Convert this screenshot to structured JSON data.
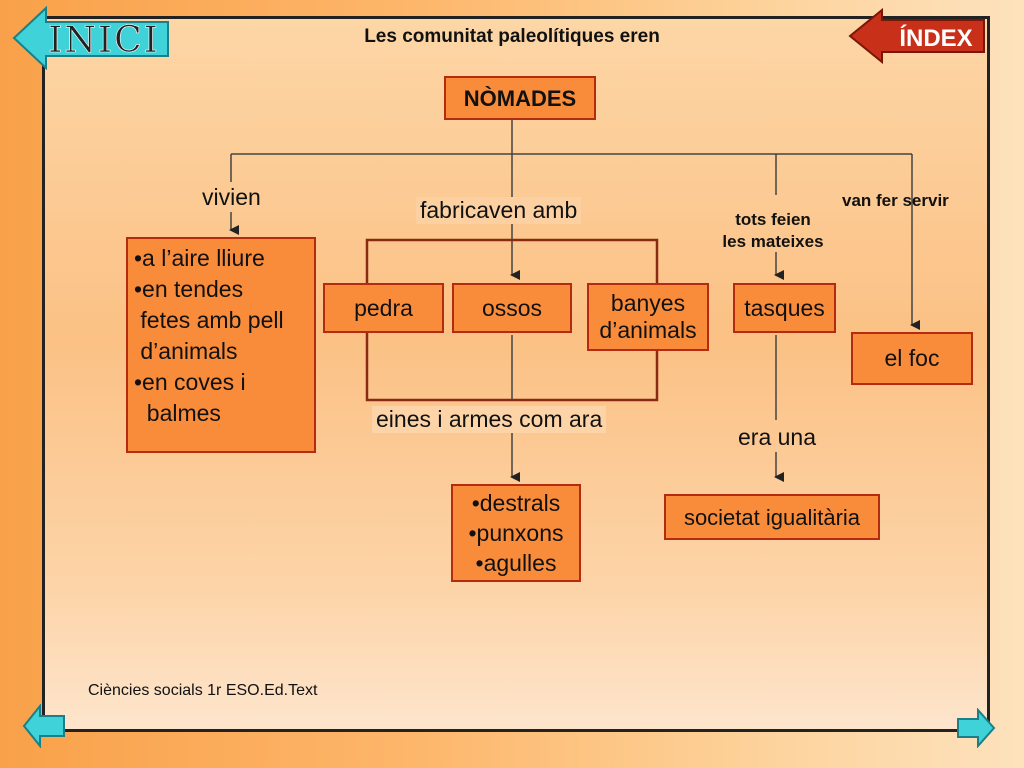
{
  "title": "Les comunitat paleolítiques eren",
  "nav": {
    "inici": "INICI",
    "index": "ÍNDEX"
  },
  "root": "NÒMADES",
  "branches": {
    "vivien": {
      "label": "vivien",
      "items": [
        "•a l’aire lliure",
        "•en tendes",
        " fetes amb pell",
        " d’animals",
        "•en coves i",
        "  balmes"
      ]
    },
    "fabricaven": {
      "label": "fabricaven amb",
      "materials": [
        "pedra",
        "ossos",
        "banyes d’animals"
      ],
      "sub_label": "eines i armes com ara",
      "tools": [
        "•destrals",
        "•punxons",
        "•agulles"
      ]
    },
    "tasques": {
      "label_lines": [
        "tots feien",
        "les mateixes"
      ],
      "box": "tasques",
      "sub_label": "era una",
      "result": "societat igualitària"
    },
    "foc": {
      "label": "van fer servir",
      "box": "el foc"
    }
  },
  "footer": "Ciències socials 1r ESO.Ed.Text",
  "colors": {
    "box_fill": "#f98c3a",
    "box_border": "#b32b10",
    "nav_red": "#c8301a",
    "nav_cyan": "#3fd2d8"
  }
}
